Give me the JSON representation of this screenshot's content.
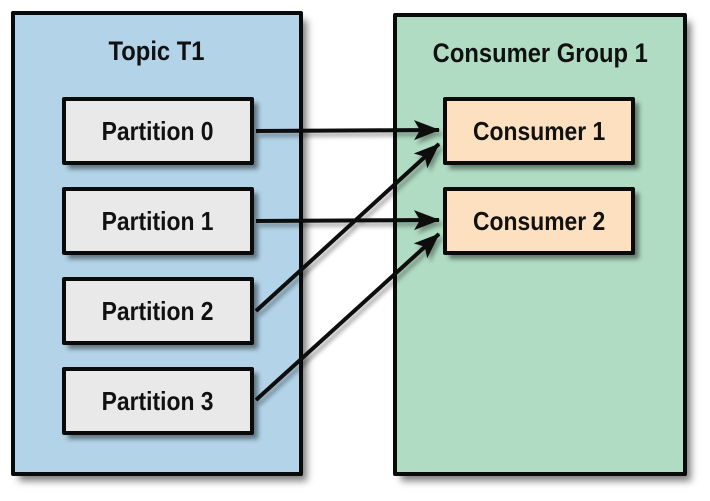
{
  "diagram": {
    "type": "kafka-topic-consumer-group-diagram",
    "background": "#ffffff",
    "groups": [
      {
        "id": "topic",
        "title": "Topic T1",
        "fill": "#b2d3e8",
        "nodes": [
          "Partition 0",
          "Partition 1",
          "Partition 2",
          "Partition 3"
        ]
      },
      {
        "id": "consumer-group",
        "title": "Consumer Group 1",
        "fill": "#b0dcc3",
        "nodes": [
          "Consumer 1",
          "Consumer 2"
        ]
      }
    ],
    "node_fills": {
      "partition": "#e9e9e9",
      "consumer": "#fce0bf"
    },
    "edges": [
      {
        "from": "Partition 0",
        "to": "Consumer 1"
      },
      {
        "from": "Partition 1",
        "to": "Consumer 2"
      },
      {
        "from": "Partition 2",
        "to": "Consumer 1"
      },
      {
        "from": "Partition 3",
        "to": "Consumer 2"
      }
    ],
    "colors": {
      "border": "#0a0a0a",
      "arrow": "#0a0a0a",
      "text": "#111111",
      "shadow": "rgba(0,0,0,0.45)"
    }
  }
}
